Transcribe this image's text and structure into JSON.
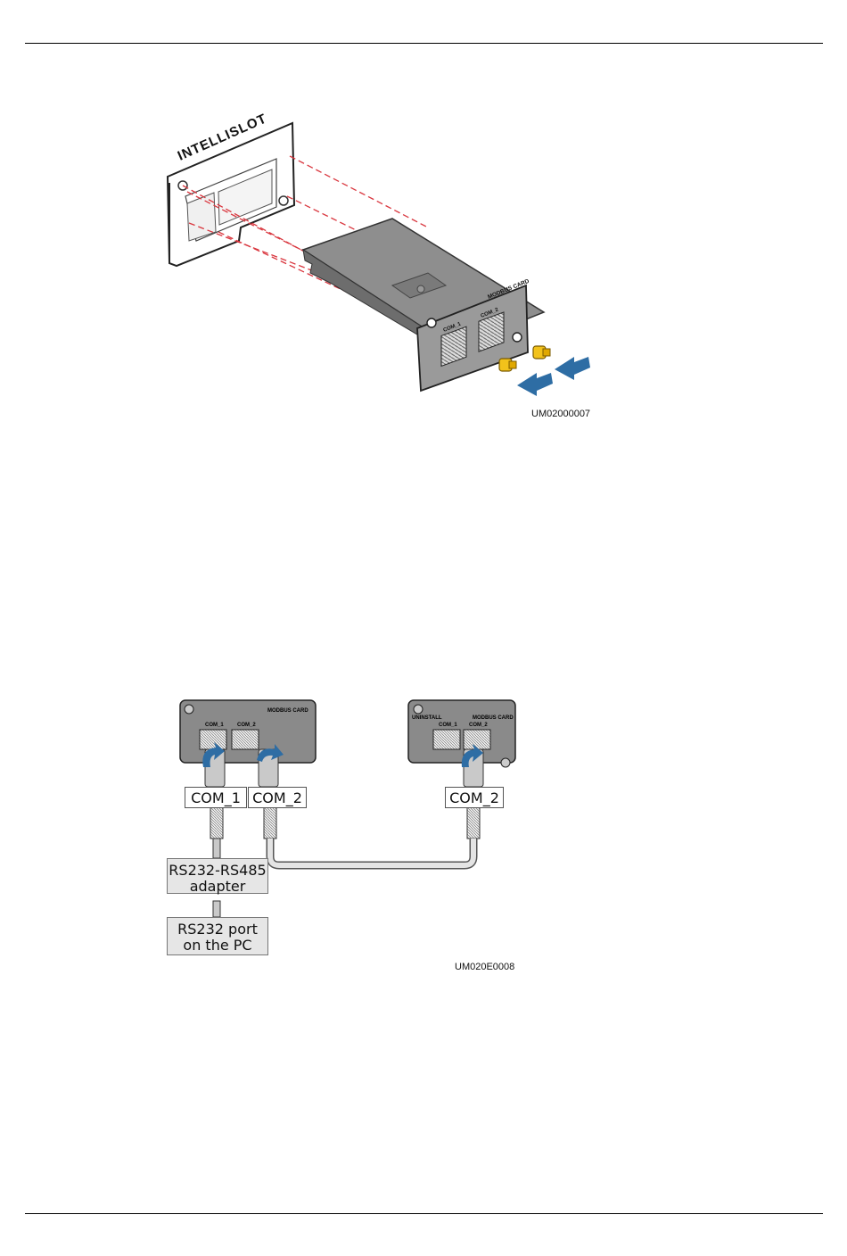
{
  "figure1": {
    "slot_label": "INTELLISLOT",
    "card_label": "MODBUS CARD",
    "port1_label": "COM_1",
    "port2_label": "COM_2",
    "code": "UM02000007"
  },
  "figure2": {
    "left_card": {
      "card_label": "MODBUS CARD",
      "port1_label": "COM_1",
      "port2_label": "COM_2"
    },
    "right_card": {
      "card_label": "MODBUS CARD",
      "side_label": "UNINSTALL",
      "port1_label": "COM_1",
      "port2_label": "COM_2"
    },
    "labels": {
      "com1": "COM_1",
      "com2_left": "COM_2",
      "com2_right": "COM_2"
    },
    "adapter": {
      "line1": "RS232-RS485",
      "line2": "adapter"
    },
    "pc_port": {
      "line1": "RS232 port",
      "line2": "on the PC"
    },
    "code": "UM020E0008"
  },
  "colors": {
    "arrow_blue": "#2e6da4",
    "dash_red": "#d9363e",
    "screw_yellow": "#f2c21b",
    "card_gray": "#8a8a8a"
  }
}
